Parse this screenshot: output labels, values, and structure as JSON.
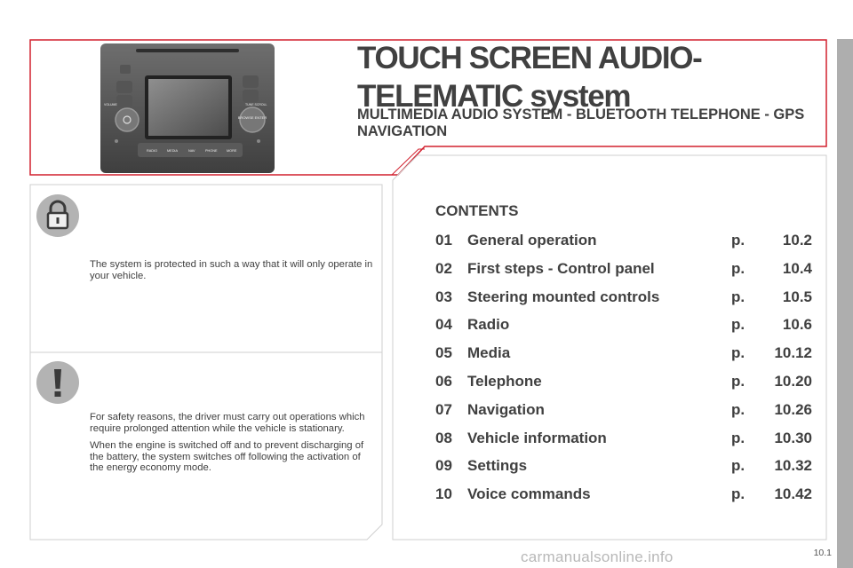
{
  "header": {
    "title": "TOUCH SCREEN AUDIO-TELEMATIC system",
    "subtitle": "MULTIMEDIA AUDIO SYSTEM - BLUETOOTH TELEPHONE - GPS NAVIGATION"
  },
  "device": {
    "buttons": [
      "RADIO",
      "MEDIA",
      "NAV",
      "PHONE",
      "MORE"
    ],
    "knob_left_label": "VOLUME",
    "knob_right_label": "TUNE SCROLL",
    "knob_right_center": "BROWSE ENTER"
  },
  "notes": {
    "security_icon": "padlock-icon",
    "security_text": "The system is protected in such a way that it will only operate in your vehicle.",
    "warning_icon": "exclamation-icon",
    "warning_text_1": "For safety reasons, the driver must carry out operations which require prolonged attention while the vehicle is stationary.",
    "warning_text_2": "When the engine is switched off and to prevent discharging of the battery, the system switches off following the activation of the energy economy mode."
  },
  "contents": {
    "heading": "CONTENTS",
    "items": [
      {
        "num": "01",
        "title": "General operation",
        "p": "p.",
        "page": "10.2"
      },
      {
        "num": "02",
        "title": "First steps - Control panel",
        "p": "p.",
        "page": "10.4"
      },
      {
        "num": "03",
        "title": "Steering mounted controls",
        "p": "p.",
        "page": "10.5"
      },
      {
        "num": "04",
        "title": "Radio",
        "p": "p.",
        "page": "10.6"
      },
      {
        "num": "05",
        "title": "Media",
        "p": "p.",
        "page": "10.12"
      },
      {
        "num": "06",
        "title": "Telephone",
        "p": "p.",
        "page": "10.20"
      },
      {
        "num": "07",
        "title": "Navigation",
        "p": "p.",
        "page": "10.26"
      },
      {
        "num": "08",
        "title": "Vehicle information",
        "p": "p.",
        "page": "10.30"
      },
      {
        "num": "09",
        "title": "Settings",
        "p": "p.",
        "page": "10.32"
      },
      {
        "num": "10",
        "title": "Voice commands",
        "p": "p.",
        "page": "10.42"
      }
    ]
  },
  "footer": {
    "page_number": "10.1",
    "watermark": "carmanualsonline.info"
  },
  "colors": {
    "accent_red": "#d2202e",
    "text_dark": "#404040",
    "side_bar": "#aeaeae"
  }
}
